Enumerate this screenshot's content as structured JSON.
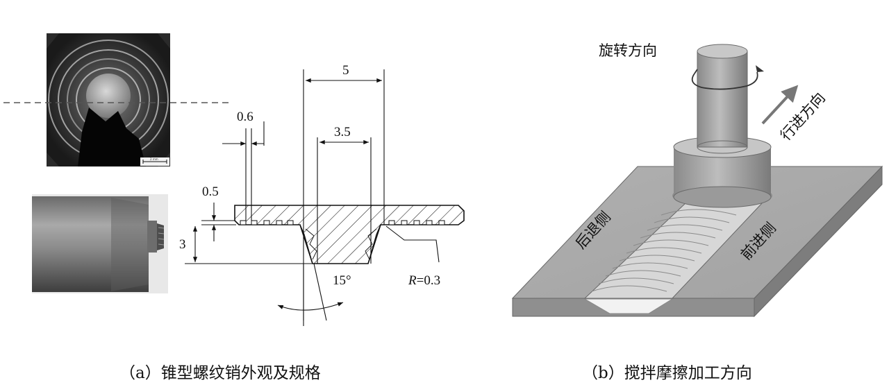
{
  "panel_a": {
    "caption": "（a）锥型螺纹销外观及规格",
    "scale_bar_label": "2 mm",
    "dimensions": {
      "pin_width": "5",
      "tip_width": "3.5",
      "thread_pitch": "0.6",
      "thread_depth": "0.5",
      "pin_length": "3",
      "taper_angle": "15°",
      "radius_prefix": "R",
      "radius_value": "=0.3"
    }
  },
  "panel_b": {
    "caption": "（b）搅拌摩擦加工方向",
    "rotation_label": "旋转方向",
    "travel_label": "行进方向",
    "retreating_side": "后退侧",
    "advancing_side": "前进侧"
  }
}
